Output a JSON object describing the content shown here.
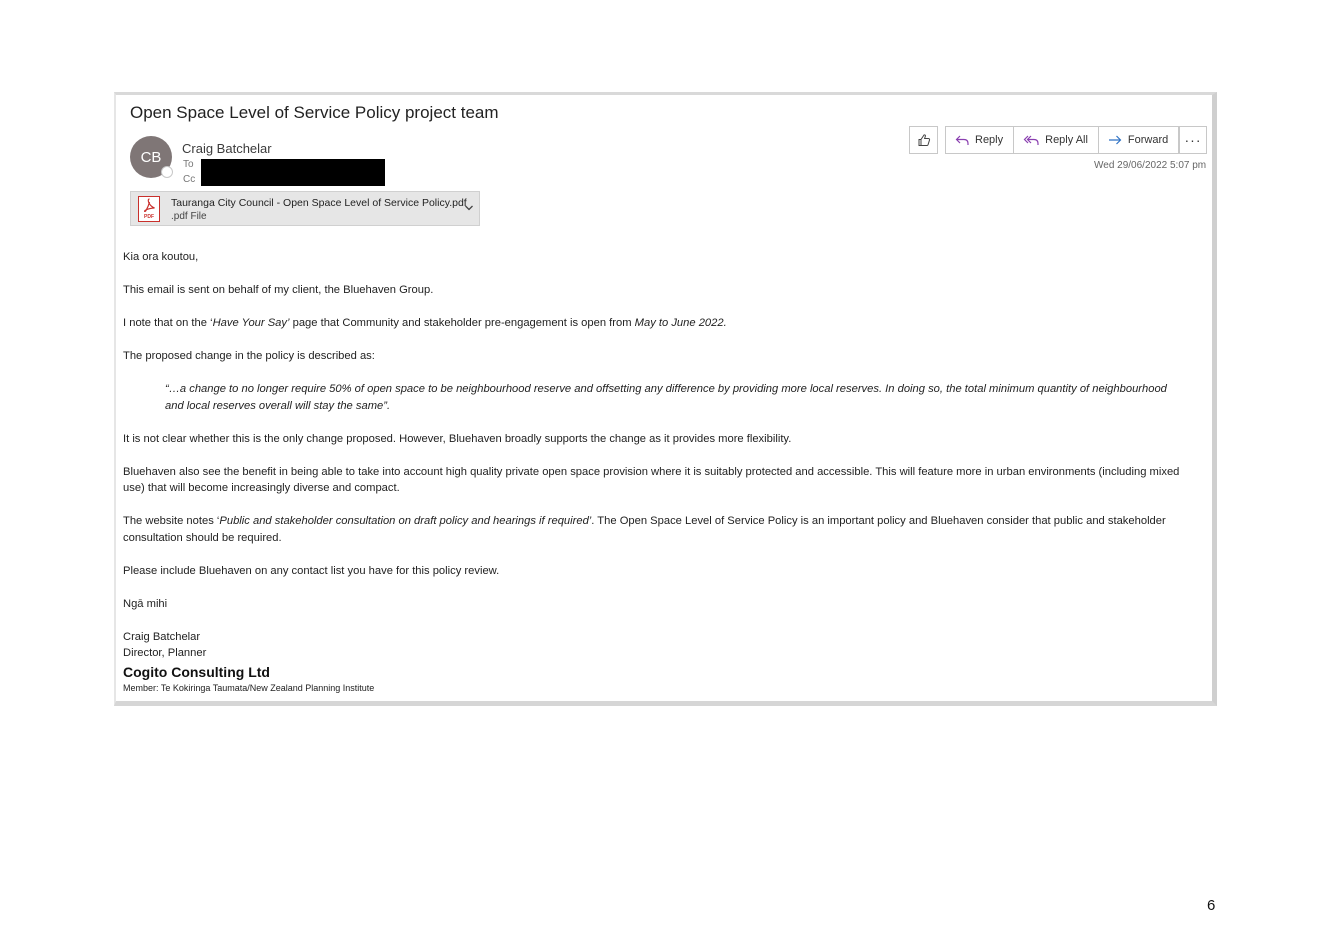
{
  "email": {
    "subject": "Open Space Level of Service Policy project team",
    "sender": {
      "initials": "CB",
      "name": "Craig Batchelar"
    },
    "to_label": "To",
    "cc_label": "Cc",
    "attachment": {
      "name": "Tauranga City Council - Open Space Level of Service Policy.pdf",
      "type": ".pdf File",
      "icon_text": "PDF"
    },
    "toolbar": {
      "like_icon": "thumbs-up-icon",
      "reply_label": "Reply",
      "reply_all_label": "Reply All",
      "forward_label": "Forward",
      "more_label": "···"
    },
    "timestamp": "Wed 29/06/2022 5:07 pm",
    "body": {
      "greeting": "Kia ora koutou,",
      "p1": "This email is sent on behalf of my client, the Bluehaven Group.",
      "p2_a": "I note that on the ‘",
      "p2_b": "Have Your Say’",
      "p2_c": " page that Community and stakeholder pre-engagement  is open from ",
      "p2_d": "May to June 2022.",
      "p3": "The proposed change in the policy is described as:",
      "quote": "“…a change to no longer require 50% of open space to be neighbourhood reserve and offsetting any difference by providing more local reserves. In doing so, the total minimum quantity of neighbourhood and local reserves overall will stay the same”.",
      "p4": "It is not clear whether this is the only change proposed. However, Bluehaven broadly supports the change as it provides more flexibility.",
      "p5": "Bluehaven also see the benefit in being able to take into account high quality private open space provision where it is suitably protected and accessible. This will feature more in urban environments (including mixed use) that will become increasingly diverse and  compact.",
      "p6_a": "The website notes ‘",
      "p6_b": "Public and stakeholder consultation on draft policy and hearings if required’",
      "p6_c": ". The Open Space Level of Service Policy is an important policy and Bluehaven consider that public and stakeholder consultation should be required.",
      "p7": "Please include Bluehaven on any contact list you have for this policy review.",
      "closing": "Ngā mihi",
      "sig_name": "Craig Batchelar",
      "sig_title": "Director, Planner",
      "sig_company": "Cogito Consulting Ltd",
      "sig_member": "Member: Te Kokiringa Taumata/New Zealand Planning Institute"
    }
  },
  "page_number": "6",
  "colors": {
    "avatar": "#7f7676",
    "pdf_red": "#c9302c",
    "reply_arrow": "#8a3fb0",
    "forward_arrow": "#2f72c4"
  }
}
